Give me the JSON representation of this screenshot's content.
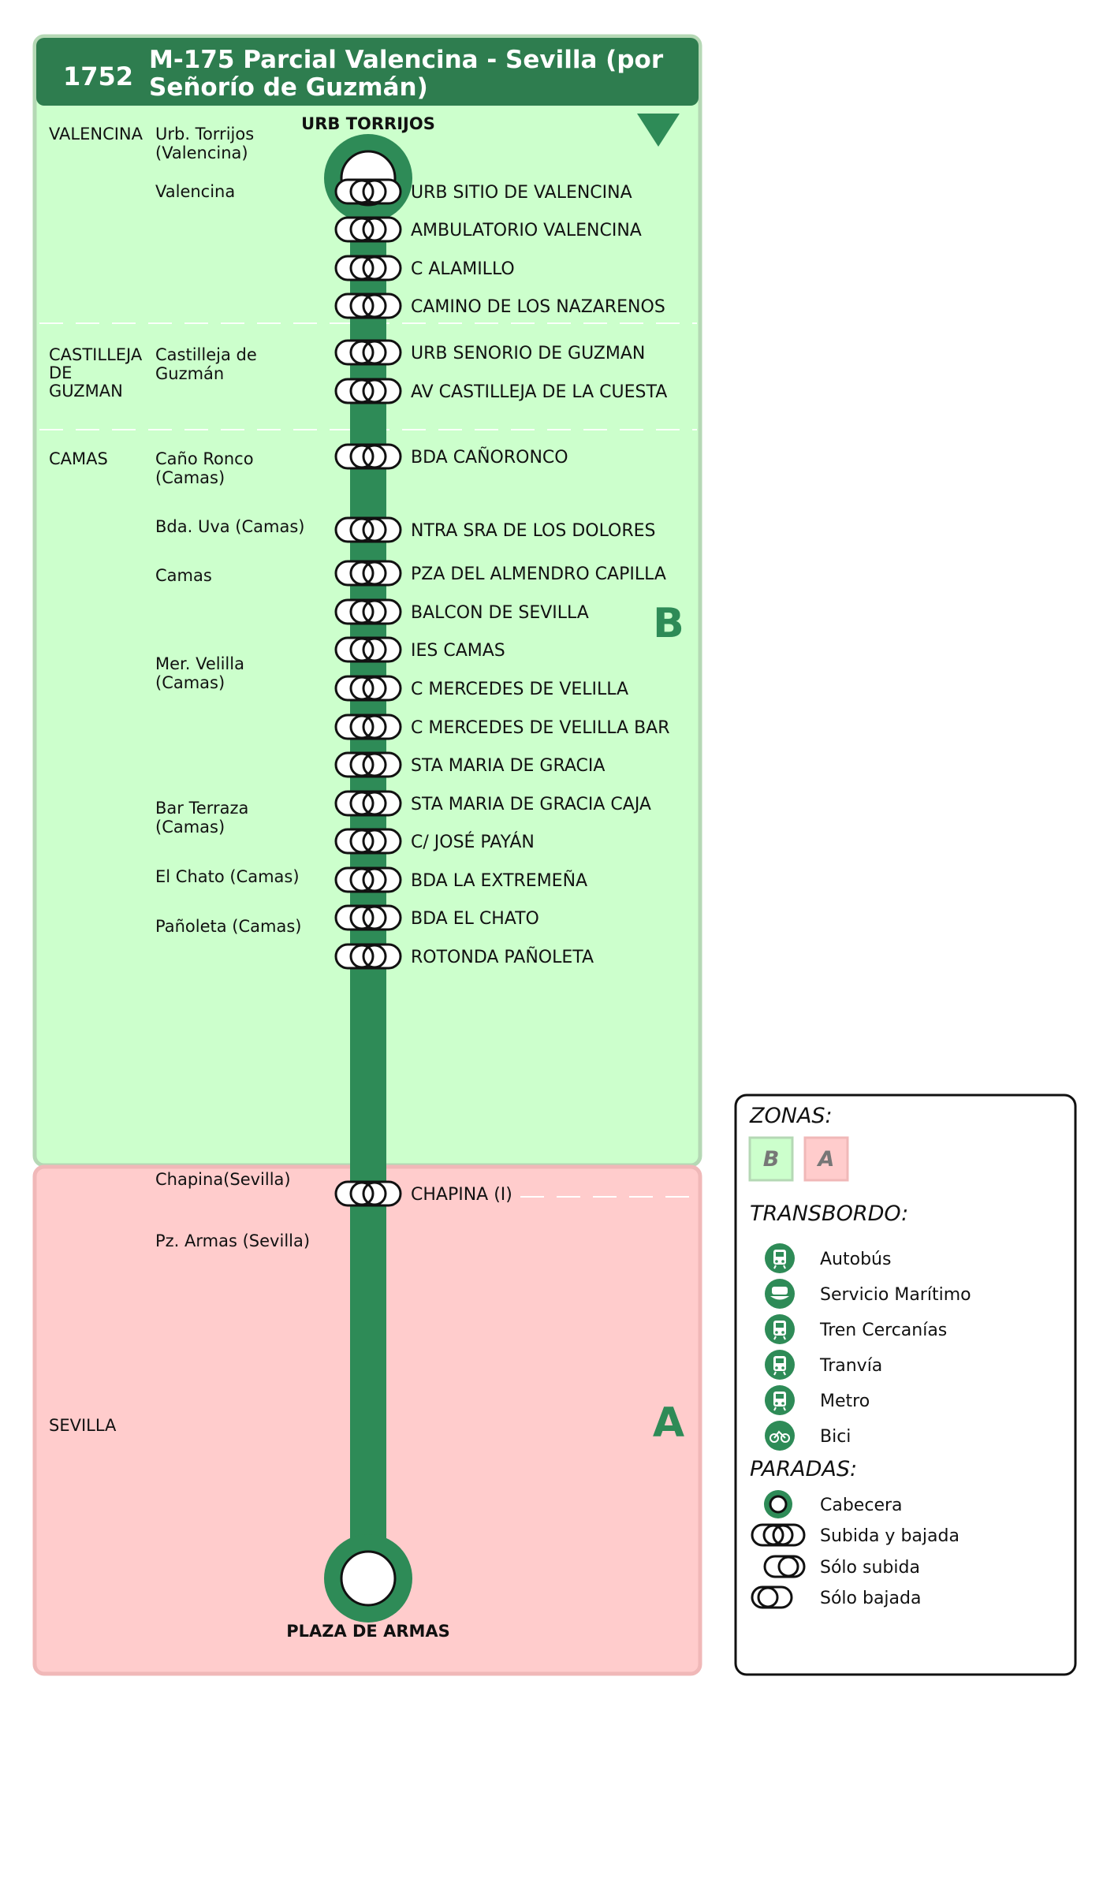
{
  "header": {
    "line_number": "1752",
    "title_line1": "M-175 Parcial Valencina - Sevilla (por",
    "title_line2": "Señorío de Guzmán)"
  },
  "direction_icon": "triangle-down-icon",
  "terminals": {
    "start": "URB TORRIJOS",
    "end": "PLAZA DE ARMAS"
  },
  "zones": [
    {
      "letter": "B",
      "color": "#ccffcc"
    },
    {
      "letter": "A",
      "color": "#ffcccc"
    }
  ],
  "colors": {
    "line": "#2e8b57",
    "header": "#2e7d4f",
    "border": "#b5d8b5"
  },
  "municipalities": [
    {
      "lines": [
        "VALENCINA"
      ]
    },
    {
      "lines": [
        "CASTILLEJA",
        "DE",
        "GUZMAN"
      ]
    },
    {
      "lines": [
        "CAMAS"
      ]
    },
    {
      "lines": [
        "SEVILLA"
      ]
    }
  ],
  "localities": [
    {
      "lines": [
        "Urb. Torrijos",
        "(Valencina)"
      ]
    },
    {
      "lines": [
        "Valencina"
      ]
    },
    {
      "lines": [
        "Castilleja de",
        "Guzmán"
      ]
    },
    {
      "lines": [
        "Caño Ronco",
        "(Camas)"
      ]
    },
    {
      "lines": [
        "Bda. Uva (Camas)"
      ]
    },
    {
      "lines": [
        "Camas"
      ]
    },
    {
      "lines": [
        "Mer. Velilla",
        "(Camas)"
      ]
    },
    {
      "lines": [
        "Bar Terraza",
        "(Camas)"
      ]
    },
    {
      "lines": [
        "El Chato (Camas)"
      ]
    },
    {
      "lines": [
        "Pañoleta (Camas)"
      ]
    },
    {
      "lines": [
        "Chapina(Sevilla)"
      ]
    },
    {
      "lines": [
        "Pz. Armas (Sevilla)"
      ]
    }
  ],
  "stops": [
    {
      "name": "URB  SITIO DE VALENCINA",
      "type": "subida-y-bajada"
    },
    {
      "name": "AMBULATORIO VALENCINA",
      "type": "subida-y-bajada"
    },
    {
      "name": "C  ALAMILLO",
      "type": "subida-y-bajada"
    },
    {
      "name": "CAMINO DE LOS NAZARENOS",
      "type": "subida-y-bajada"
    },
    {
      "name": "URB SENORIO DE GUZMAN",
      "type": "subida-y-bajada"
    },
    {
      "name": "AV CASTILLEJA DE LA CUESTA",
      "type": "subida-y-bajada"
    },
    {
      "name": "BDA CAÑORONCO",
      "type": "subida-y-bajada"
    },
    {
      "name": "NTRA SRA DE LOS DOLORES",
      "type": "subida-y-bajada"
    },
    {
      "name": "PZA DEL ALMENDRO CAPILLA",
      "type": "subida-y-bajada"
    },
    {
      "name": "BALCON DE SEVILLA",
      "type": "subida-y-bajada"
    },
    {
      "name": "IES CAMAS",
      "type": "subida-y-bajada"
    },
    {
      "name": "C MERCEDES DE VELILLA",
      "type": "subida-y-bajada"
    },
    {
      "name": "C MERCEDES DE VELILLA BAR",
      "type": "subida-y-bajada"
    },
    {
      "name": "STA MARIA DE GRACIA",
      "type": "subida-y-bajada"
    },
    {
      "name": "STA MARIA DE GRACIA CAJA",
      "type": "subida-y-bajada"
    },
    {
      "name": "C/ JOSÉ PAYÁN",
      "type": "subida-y-bajada"
    },
    {
      "name": "BDA LA EXTREMEÑA",
      "type": "subida-y-bajada"
    },
    {
      "name": "BDA EL CHATO",
      "type": "subida-y-bajada"
    },
    {
      "name": "ROTONDA PAÑOLETA",
      "type": "subida-y-bajada"
    },
    {
      "name": "CHAPINA (I)",
      "type": "subida-y-bajada"
    }
  ],
  "legend": {
    "zonas_title": "ZONAS:",
    "zone_b": "B",
    "zone_a": "A",
    "transbordo_title": "TRANSBORDO:",
    "transbordo": [
      {
        "label": "Autobús",
        "icon": "bus-icon"
      },
      {
        "label": "Servicio Marítimo",
        "icon": "boat-icon"
      },
      {
        "label": "Tren Cercanías",
        "icon": "train-icon"
      },
      {
        "label": "Tranvía",
        "icon": "tram-icon"
      },
      {
        "label": "Metro",
        "icon": "metro-icon"
      },
      {
        "label": "Bici",
        "icon": "bike-icon"
      }
    ],
    "paradas_title": "PARADAS:",
    "paradas": [
      {
        "label": "Cabecera",
        "icon": "terminal-icon"
      },
      {
        "label": "Subida y bajada",
        "icon": "both-ways-stop-icon"
      },
      {
        "label": "Sólo subida",
        "icon": "board-only-stop-icon"
      },
      {
        "label": "Sólo bajada",
        "icon": "alight-only-stop-icon"
      }
    ]
  }
}
